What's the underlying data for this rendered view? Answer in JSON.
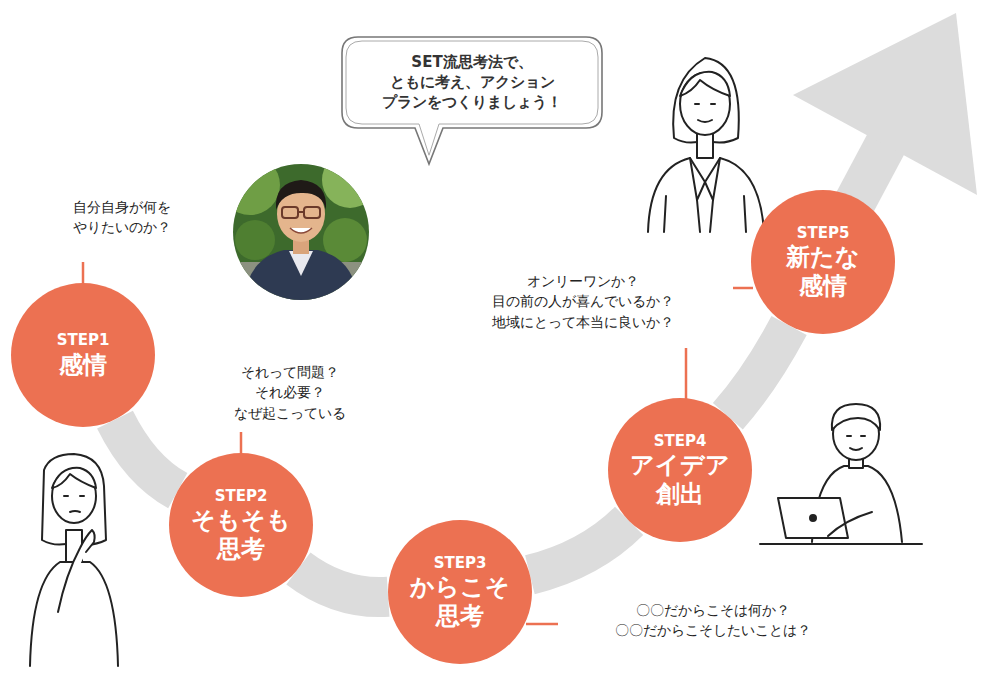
{
  "diagram": {
    "nodes": [
      {
        "text": [
          "STEP1",
          "感情"
        ]
      },
      {
        "text": [
          "STEP2",
          "そもそも 思考"
        ]
      },
      {
        "text": [
          "STEP3",
          "からこそ 思考"
        ]
      },
      {
        "text": [
          "STEP4",
          "アイデア 創出"
        ]
      },
      {
        "text": [
          "STEP5",
          "新たな 感情"
        ]
      },
      {
        "text": [
          "SET流思考法で、 ともに考え、アクション プランをつくりましょう！"
        ]
      }
    ],
    "edges": [
      {
        "from": 0,
        "to": 1,
        "arrow": "none"
      },
      {
        "from": 1,
        "to": 2,
        "arrow": "none"
      },
      {
        "from": 2,
        "to": 3,
        "arrow": "none"
      },
      {
        "from": 3,
        "to": 4,
        "arrow": "none"
      }
    ],
    "labels": [
      "自分自身が何を やりたいのか？",
      "それって問題？ それ必要？ なぜ起こっている",
      "〇〇だからこそは何か？ 〇〇だからこそしたいことは？",
      "オンリーワンか？ 目の前の人が喜んでいるか？ 地域にとって本当に良いか？"
    ]
  }
}
